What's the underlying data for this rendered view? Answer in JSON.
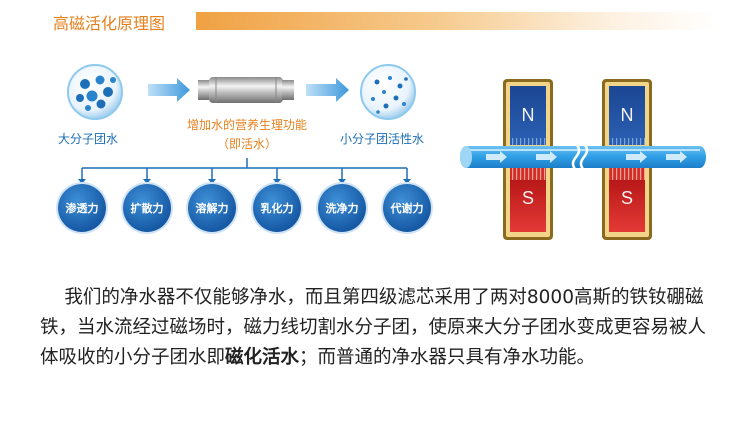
{
  "header": {
    "title": "高磁活化原理图"
  },
  "diagram": {
    "left_label": "大分子团水",
    "right_label": "小分子团活性水",
    "middle_line1": "增加水的营养生理功能",
    "middle_line2": "（即活水）",
    "effects": [
      "渗透力",
      "扩散力",
      "溶解力",
      "乳化力",
      "洗净力",
      "代谢力"
    ]
  },
  "magnets": {
    "top_pole": "N",
    "bottom_pole": "S"
  },
  "description": {
    "part1": "我们的净水器不仅能够净水，而且第四级滤芯采用了两对8000高斯的铁钕硼磁铁，当水流经过磁场时，磁力线切割水分子团，使原来大分子团水变成更容易被人体吸收的小分子团水即",
    "bold": "磁化活水",
    "part2": "；而普通的净水器只具有净水功能。"
  },
  "colors": {
    "accent_orange": "#e5801d",
    "label_blue": "#1d6fb8",
    "magnet_blue": "#1e4f9c",
    "magnet_red": "#d62a2a"
  }
}
